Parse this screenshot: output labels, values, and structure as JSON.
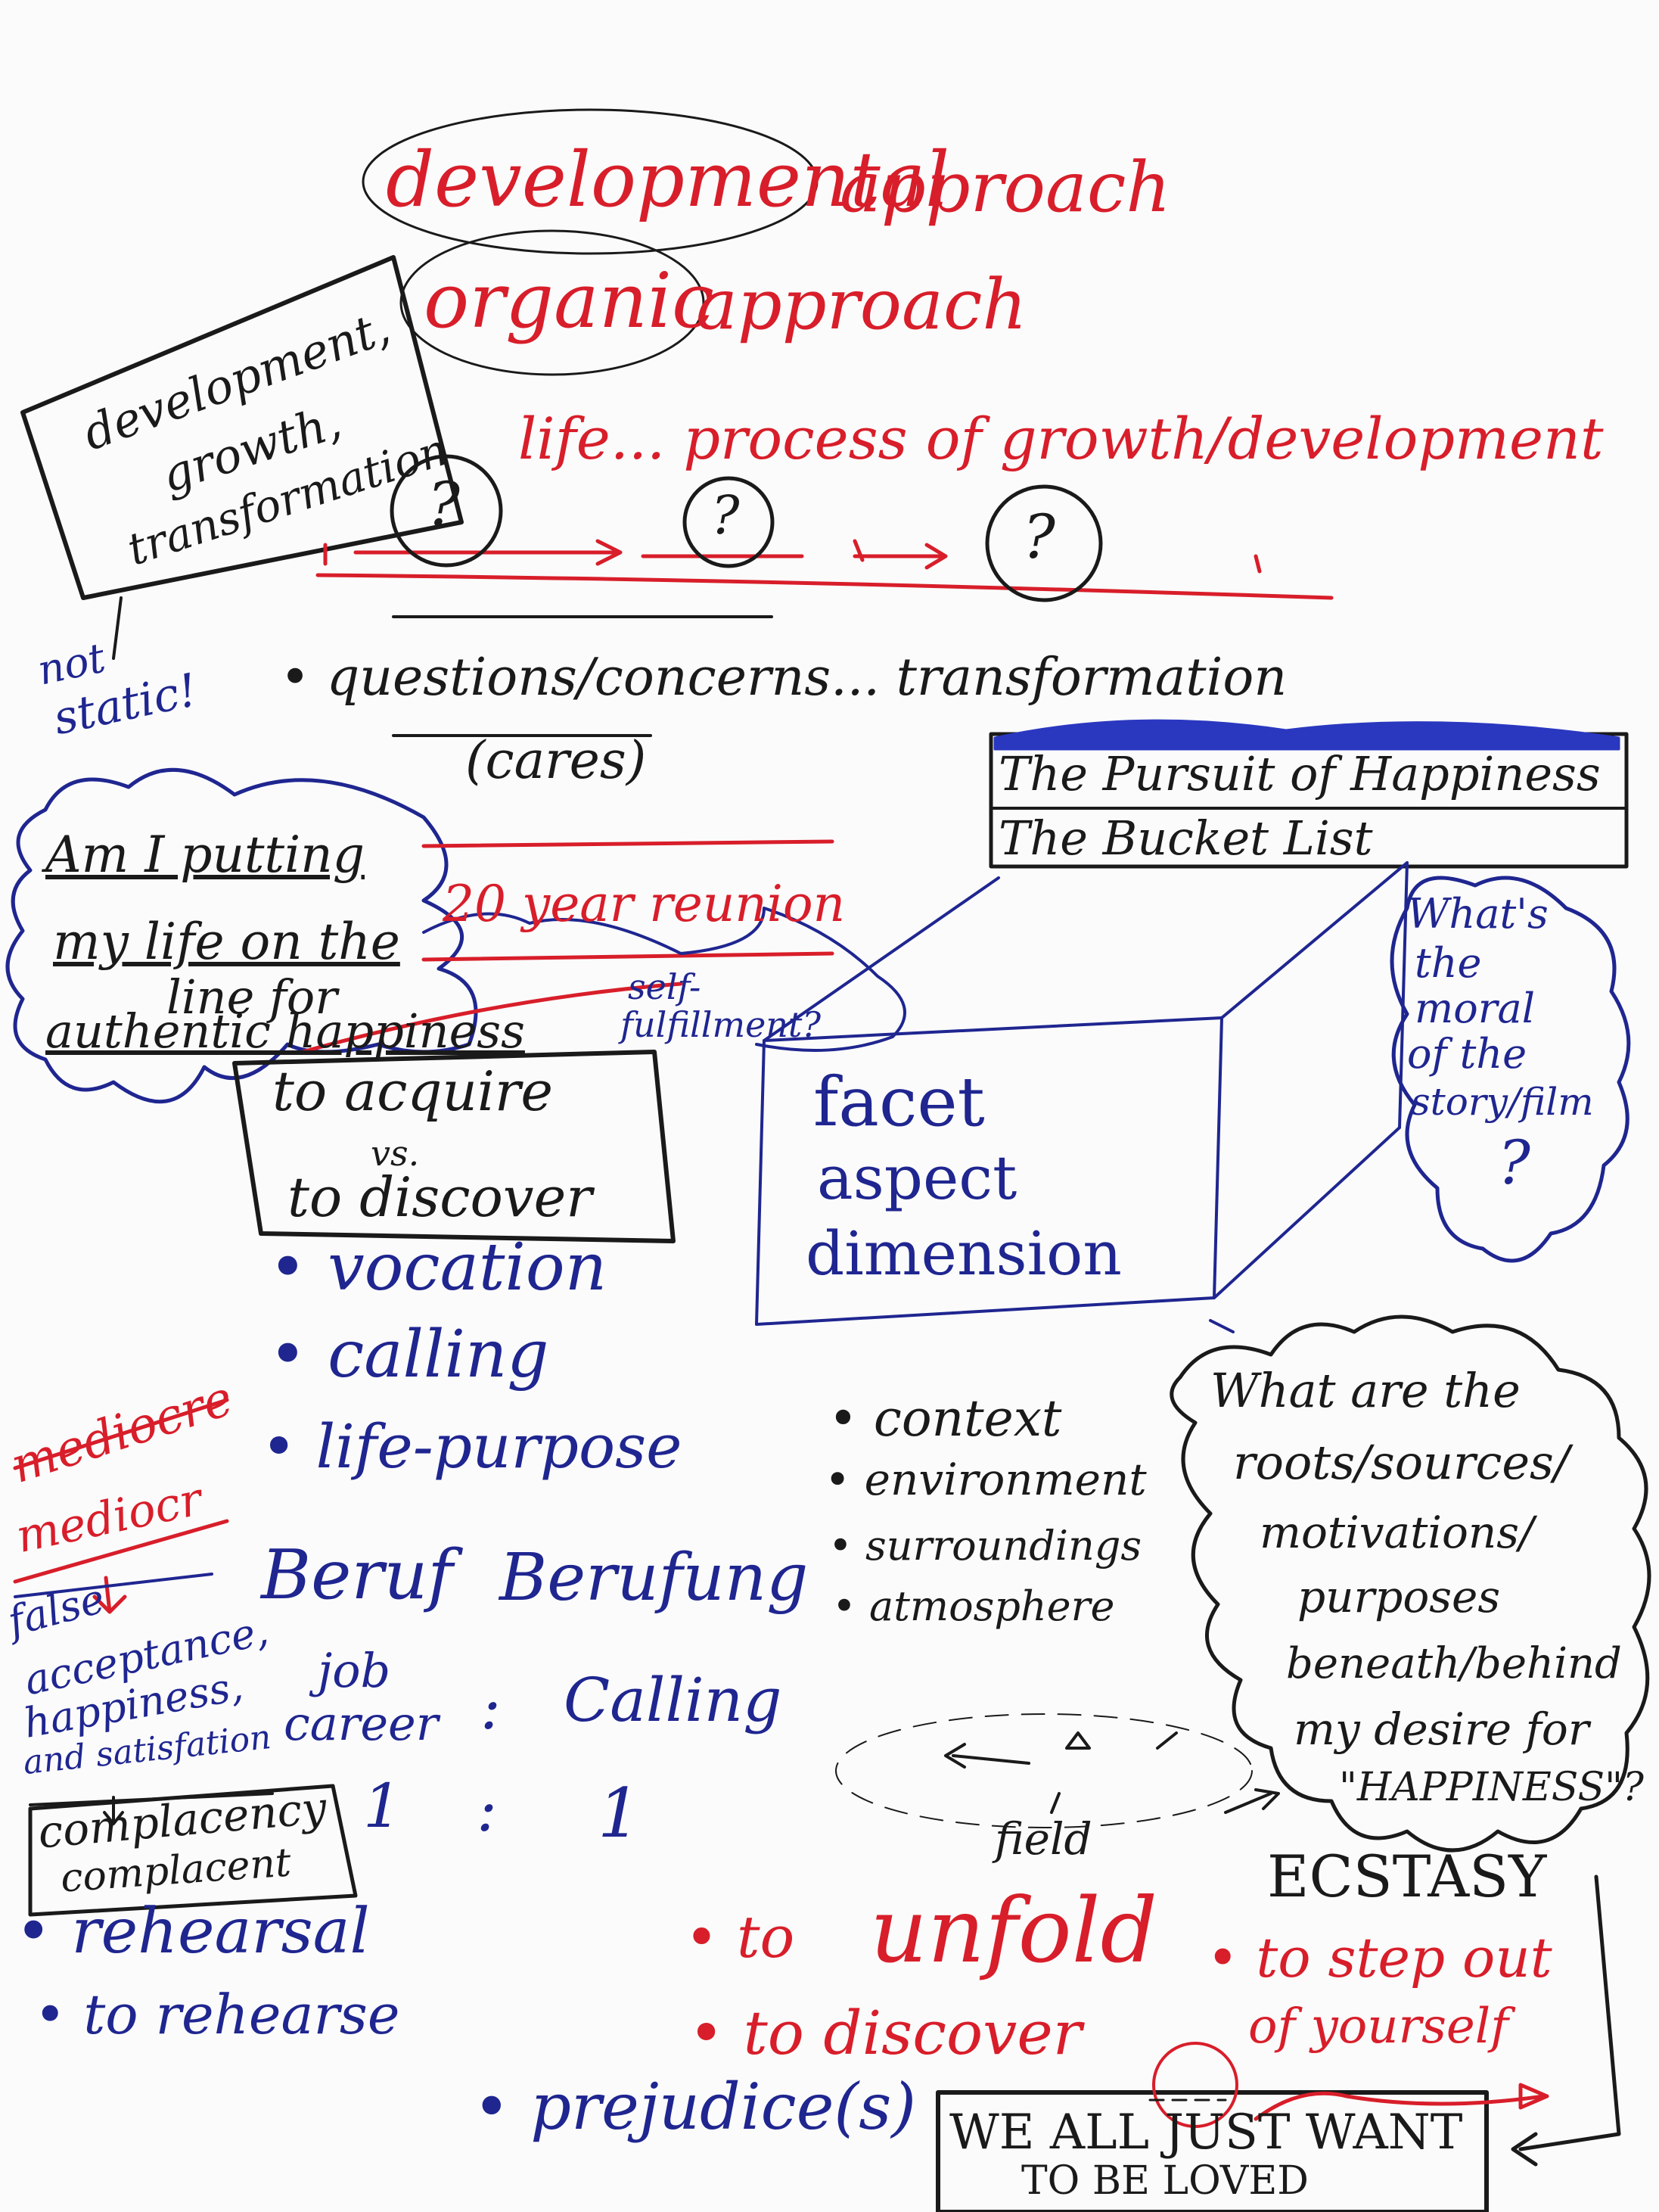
{
  "colors": {
    "red": "#d81e2a",
    "blue": "#1f2690",
    "black": "#1a1a1a",
    "paper": "#fbfbfb"
  },
  "header": {
    "developmental": "developmental",
    "approach1": "approach",
    "organic": "organic",
    "approach2": "approach"
  },
  "box_dev": {
    "line1": "development,",
    "line2": "growth,",
    "line3": "transformation"
  },
  "life_line": "life... process of growth/development",
  "question_marks": [
    "?",
    "?",
    "?"
  ],
  "not_static": {
    "line1": "not",
    "line2": "static!"
  },
  "questions": {
    "main": "• questions/concerns... transformation",
    "cares": "(cares)"
  },
  "films": [
    "The Pursuit of Happiness",
    "The Bucket List"
  ],
  "cloud_left": {
    "l1": "Am I putting",
    "l2": "my life on the",
    "l3": "line for",
    "l4_strike": "true",
    "l4": "authentic happiness",
    "arrow_to": "self-",
    "arrow_to2": "fulfillment?"
  },
  "reunion": "20 year reunion",
  "acquire_box": {
    "l1": "to acquire",
    "l2": "vs.",
    "l3": "to discover"
  },
  "facet_box": {
    "l1": "facet",
    "l2": "aspect",
    "l3": "dimension"
  },
  "moral_cloud": {
    "l1": "What's",
    "l2": "the",
    "l3": "moral",
    "l4": "of the",
    "l5": "story/film",
    "l6": "?"
  },
  "vocation_list": [
    "• vocation",
    "• calling",
    "• life-purpose"
  ],
  "mediocre": {
    "l1": "mediocre",
    "l2": "mediocr"
  },
  "false_block": {
    "l1": "false",
    "l2": "acceptance,",
    "l3": "happiness,",
    "l4": "and satisfation"
  },
  "beruf": {
    "l1": "Beruf",
    "l2": "Berufung",
    "job": "job",
    "career": "career",
    "colon": ":",
    "calling": "Calling",
    "one_left": "1",
    "colon2": ":",
    "one_right": "1"
  },
  "complacency": {
    "l1": "complacency",
    "l2": "complacent"
  },
  "context_list": [
    "• context",
    "• environment",
    "• surroundings",
    "• atmosphere"
  ],
  "roots_cloud": {
    "l1": "What are the",
    "l2": "roots/sources/",
    "l3": "motivations/",
    "l4": "purposes",
    "l5": "beneath/behind",
    "l6": "my desire for",
    "l7": "\"HAPPINESS\"?"
  },
  "field": "field",
  "ecstasy": "ECSTASY",
  "rehearsal": {
    "l1": "• rehearsal",
    "l2": "• to rehearse"
  },
  "unfold": {
    "dot1": "• to",
    "big": "unfold",
    "dot2": "• to discover"
  },
  "step_out": {
    "l1": "• to step out",
    "l2": "of yourself"
  },
  "prejudice": "• prejudice(s)",
  "loved_box": {
    "l1": "WE ALL JUST WANT",
    "l2": "TO BE LOVED"
  }
}
